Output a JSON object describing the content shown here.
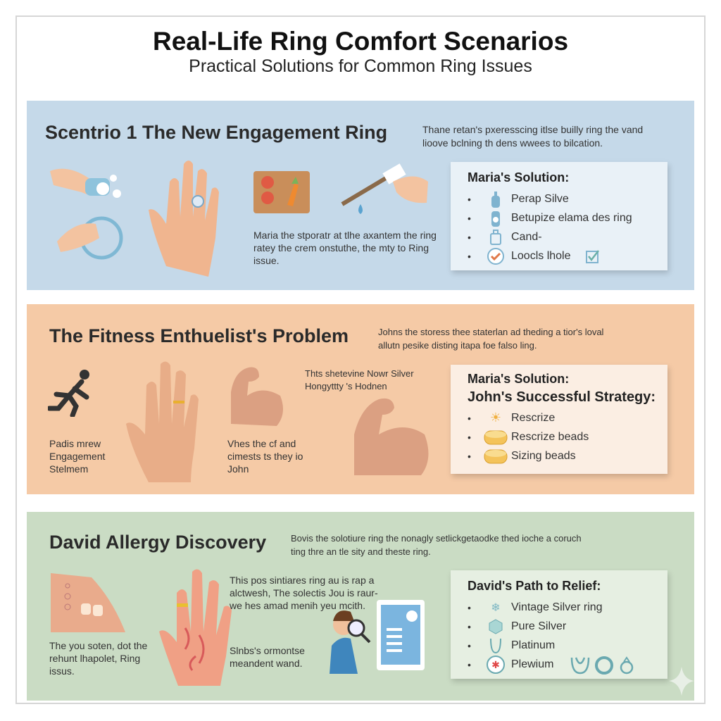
{
  "header": {
    "title": "Real-Life Ring Comfort Scenarios",
    "subtitle": "Practical Solutions for Common Ring Issues"
  },
  "colors": {
    "panel1": "#c5d9e9",
    "panel2": "#f5caa6",
    "panel3": "#cadcc4"
  },
  "scenarios": [
    {
      "title": "Scentrio 1 The New Engagement Ring",
      "description": "Thane retan's pxeresscing itlse builly ring the vand lioove bclning th dens wwees to bilcation.",
      "captions": [
        "Maria the stporatr at tlhe axantem the ring ratey the crem onstuthe, the mty to Ring issue."
      ],
      "solution": {
        "title": "Maria's Solution:",
        "items": [
          {
            "icon": "soap-bottle-icon",
            "label": "Perap Silve"
          },
          {
            "icon": "bottle-icon",
            "label": "Betupize elama des ring"
          },
          {
            "icon": "container-icon",
            "label": "Cand-"
          },
          {
            "icon": "check-circle-icon",
            "label": "Loocls lhole"
          }
        ]
      }
    },
    {
      "title": "The Fitness Enthuelist's Problem",
      "description": "Johns the storess thee staterlan ad theding a tior's loval allutn pesike disting itapa foe falso ling.",
      "captions": [
        "Padis mrew Engagement Stelmem",
        "Vhes the cf and cimests ts they io John",
        "Thts shetevine Nowr Silver Hongyttty 's Hodnen"
      ],
      "solution": {
        "title": "Maria's Solution:",
        "subtitle": "John's Successful Strategy:",
        "items": [
          {
            "icon": "sun-icon",
            "label": "Rescrize"
          },
          {
            "icon": "sizing-bead-icon",
            "label": "Rescrize beads"
          },
          {
            "icon": "sizing-bead-icon",
            "label": "Sizing beads"
          }
        ]
      }
    },
    {
      "title": "David Allergy Discovery",
      "description": "Bovis the solotiure ring the nonagly setlickgetaodke thed ioche a coruch ting thre an tle sity and theste ring.",
      "captions": [
        "The you soten, dot the rehunt lhapolet, Ring issus.",
        "This pos sintiares ring au is rap a alctwesh, The solectis Jou is raur- we hes amad menih yeu mcith.",
        "Slnbs's ormontse meandent wand."
      ],
      "solution": {
        "title": "David's Path to Relief:",
        "items": [
          {
            "icon": "snowflake-icon",
            "label": "Vintage Silver ring"
          },
          {
            "icon": "gem-icon",
            "label": "Pure Silver"
          },
          {
            "icon": "ring-icon",
            "label": "Platinum"
          },
          {
            "icon": "star-circle-icon",
            "label": "Plewium"
          }
        ]
      }
    }
  ]
}
